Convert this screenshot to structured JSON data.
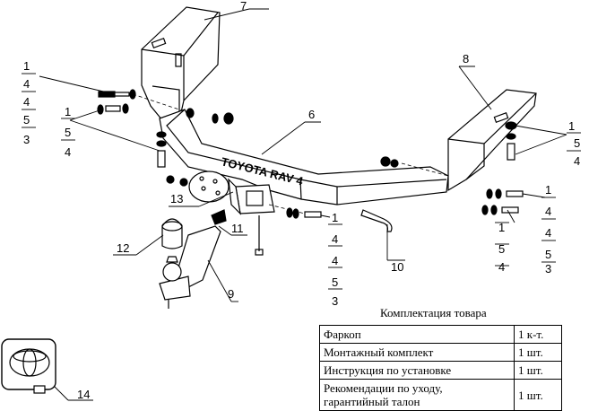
{
  "diagram": {
    "brand_plate": "TOYOTA RAV 4",
    "callouts": {
      "c7": "7",
      "c8": "8",
      "c6": "6",
      "c13": "13",
      "c12": "12",
      "c11": "11",
      "c10": "10",
      "c9": "9",
      "c14": "14"
    },
    "stack_left_top": [
      "1",
      "4",
      "4",
      "5",
      "3"
    ],
    "stack_left_mid": [
      "1",
      "5",
      "4"
    ],
    "stack_right_top": [
      "1",
      "5",
      "4"
    ],
    "stack_right_mid": [
      "1",
      "4",
      "4",
      "5",
      "3"
    ],
    "stack_right_low": [
      "1",
      "5",
      "4"
    ],
    "stack_center": [
      "1",
      "4",
      "4",
      "5",
      "3"
    ]
  },
  "kit": {
    "title": "Комплектация товара",
    "rows": [
      {
        "name": "Фаркоп",
        "qty": "1 к-т."
      },
      {
        "name": "Монтажный комплект",
        "qty": "1 шт."
      },
      {
        "name": "Инструкция по установке",
        "qty": "1 шт."
      },
      {
        "name": "Рекомендации по уходу, гарантийный талон",
        "qty": "1 шт."
      }
    ]
  }
}
